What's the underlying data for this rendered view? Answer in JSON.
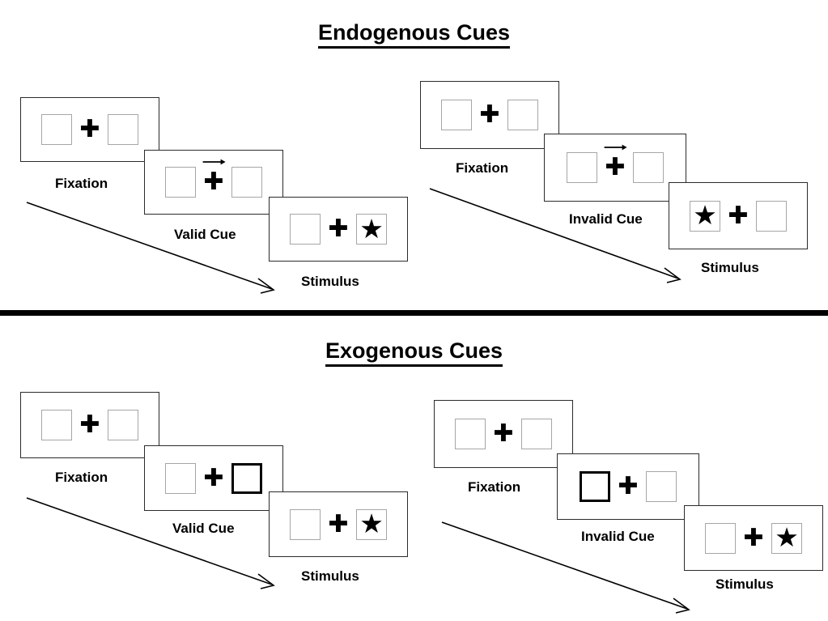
{
  "figure": {
    "sections": [
      {
        "id": "endogenous",
        "title": "Endogenous Cues",
        "sequences": [
          {
            "id": "endogenous-valid",
            "frames": [
              {
                "caption": "Fixation",
                "cue": "none",
                "left_box": "empty",
                "right_box": "empty"
              },
              {
                "caption": "Valid Cue",
                "cue": "arrow-right",
                "left_box": "empty",
                "right_box": "empty"
              },
              {
                "caption": "Stimulus",
                "cue": "none",
                "left_box": "empty",
                "right_box": "star"
              }
            ]
          },
          {
            "id": "endogenous-invalid",
            "frames": [
              {
                "caption": "Fixation",
                "cue": "none",
                "left_box": "empty",
                "right_box": "empty"
              },
              {
                "caption": "Invalid Cue",
                "cue": "arrow-right",
                "left_box": "empty",
                "right_box": "empty"
              },
              {
                "caption": "Stimulus",
                "cue": "none",
                "left_box": "star",
                "right_box": "empty"
              }
            ]
          }
        ]
      },
      {
        "id": "exogenous",
        "title": "Exogenous Cues",
        "sequences": [
          {
            "id": "exogenous-valid",
            "frames": [
              {
                "caption": "Fixation",
                "cue": "none",
                "left_box": "empty",
                "right_box": "empty"
              },
              {
                "caption": "Valid Cue",
                "cue": "none",
                "left_box": "empty",
                "right_box": "cued"
              },
              {
                "caption": "Stimulus",
                "cue": "none",
                "left_box": "empty",
                "right_box": "star"
              }
            ]
          },
          {
            "id": "exogenous-invalid",
            "frames": [
              {
                "caption": "Fixation",
                "cue": "none",
                "left_box": "empty",
                "right_box": "empty"
              },
              {
                "caption": "Invalid Cue",
                "cue": "none",
                "left_box": "cued",
                "right_box": "empty"
              },
              {
                "caption": "Stimulus",
                "cue": "none",
                "left_box": "empty",
                "right_box": "star"
              }
            ]
          }
        ]
      }
    ],
    "symbols": {
      "fixation_cross": "✚",
      "target_star": "★"
    },
    "colors": {
      "ink": "#000000",
      "frame_border": "#2b2b2b",
      "box_border": "#a6a6a6",
      "cued_box_border": "#000000",
      "background": "#ffffff"
    }
  }
}
